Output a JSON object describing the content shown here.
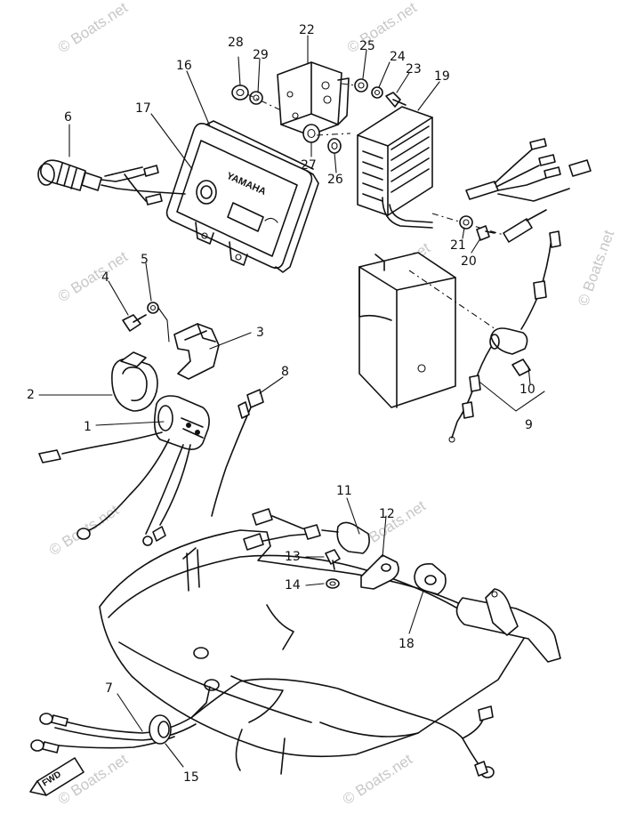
{
  "watermark": "© Boats.net",
  "brand_on_box": "YAMAHA",
  "fwd_label": "FWD",
  "callouts": {
    "p1": "1",
    "p2": "2",
    "p3": "3",
    "p4": "4",
    "p5": "5",
    "p6": "6",
    "p7": "7",
    "p8": "8",
    "p9": "9",
    "p10": "10",
    "p11": "11",
    "p12": "12",
    "p13": "13",
    "p14": "14",
    "p15": "15",
    "p16": "16",
    "p17": "17",
    "p18": "18",
    "p19": "19",
    "p20": "20",
    "p21": "21",
    "p22": "22",
    "p23": "23",
    "p24": "24",
    "p25": "25",
    "p26": "26",
    "p27": "27",
    "p28": "28",
    "p29": "29"
  }
}
